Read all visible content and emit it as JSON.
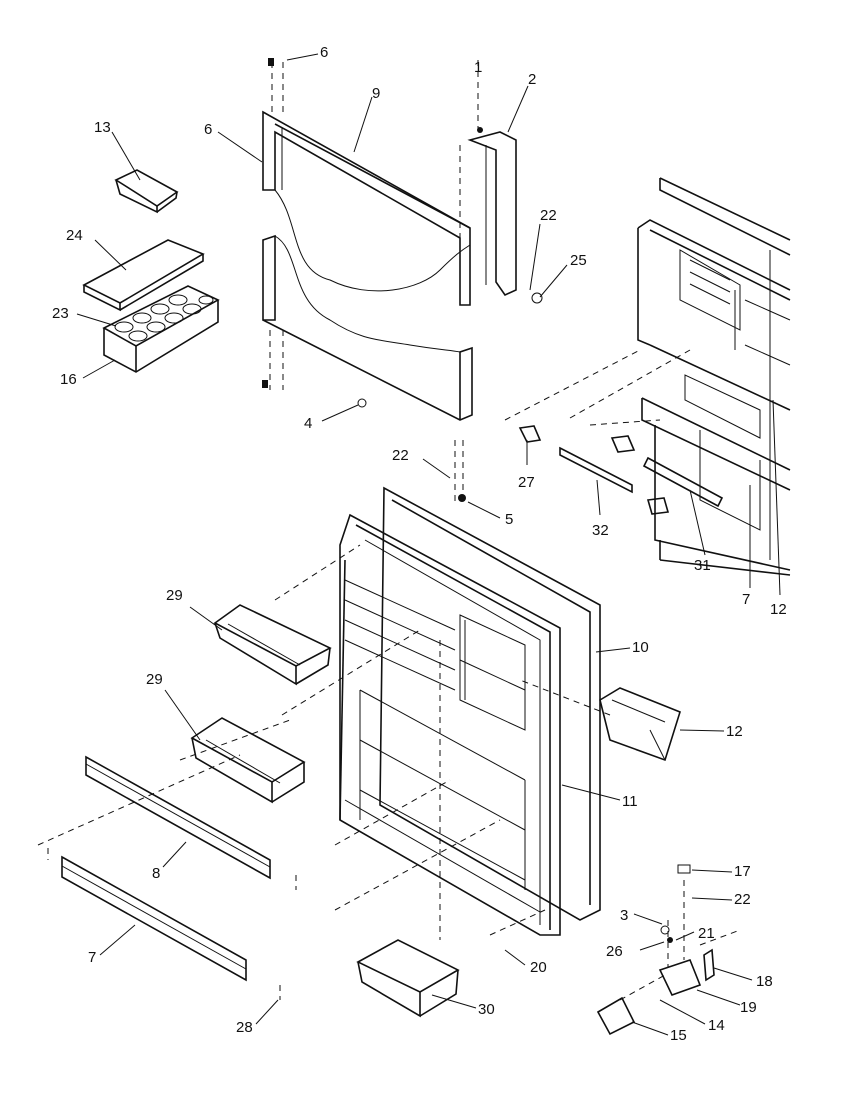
{
  "callouts": [
    {
      "id": "c6a",
      "text": "6"
    },
    {
      "id": "c9",
      "text": "9"
    },
    {
      "id": "c2",
      "text": "2"
    },
    {
      "id": "c1",
      "text": "1"
    },
    {
      "id": "c13",
      "text": "13"
    },
    {
      "id": "c6b",
      "text": "6"
    },
    {
      "id": "c24",
      "text": "24"
    },
    {
      "id": "c22a",
      "text": "22"
    },
    {
      "id": "c25",
      "text": "25"
    },
    {
      "id": "c23",
      "text": "23"
    },
    {
      "id": "c16",
      "text": "16"
    },
    {
      "id": "c4",
      "text": "4"
    },
    {
      "id": "c22b",
      "text": "22"
    },
    {
      "id": "c27",
      "text": "27"
    },
    {
      "id": "c5",
      "text": "5"
    },
    {
      "id": "c32",
      "text": "32"
    },
    {
      "id": "c31",
      "text": "31"
    },
    {
      "id": "c7a",
      "text": "7"
    },
    {
      "id": "c12a",
      "text": "12"
    },
    {
      "id": "c29a",
      "text": "29"
    },
    {
      "id": "c10",
      "text": "10"
    },
    {
      "id": "c29b",
      "text": "29"
    },
    {
      "id": "c12b",
      "text": "12"
    },
    {
      "id": "c11",
      "text": "11"
    },
    {
      "id": "c8",
      "text": "8"
    },
    {
      "id": "c17",
      "text": "17"
    },
    {
      "id": "c22c",
      "text": "22"
    },
    {
      "id": "c3",
      "text": "3"
    },
    {
      "id": "c21",
      "text": "21"
    },
    {
      "id": "c26",
      "text": "26"
    },
    {
      "id": "c18",
      "text": "18"
    },
    {
      "id": "c7b",
      "text": "7"
    },
    {
      "id": "c20",
      "text": "20"
    },
    {
      "id": "c19",
      "text": "19"
    },
    {
      "id": "c14",
      "text": "14"
    },
    {
      "id": "c28",
      "text": "28"
    },
    {
      "id": "c30",
      "text": "30"
    },
    {
      "id": "c15",
      "text": "15"
    }
  ]
}
